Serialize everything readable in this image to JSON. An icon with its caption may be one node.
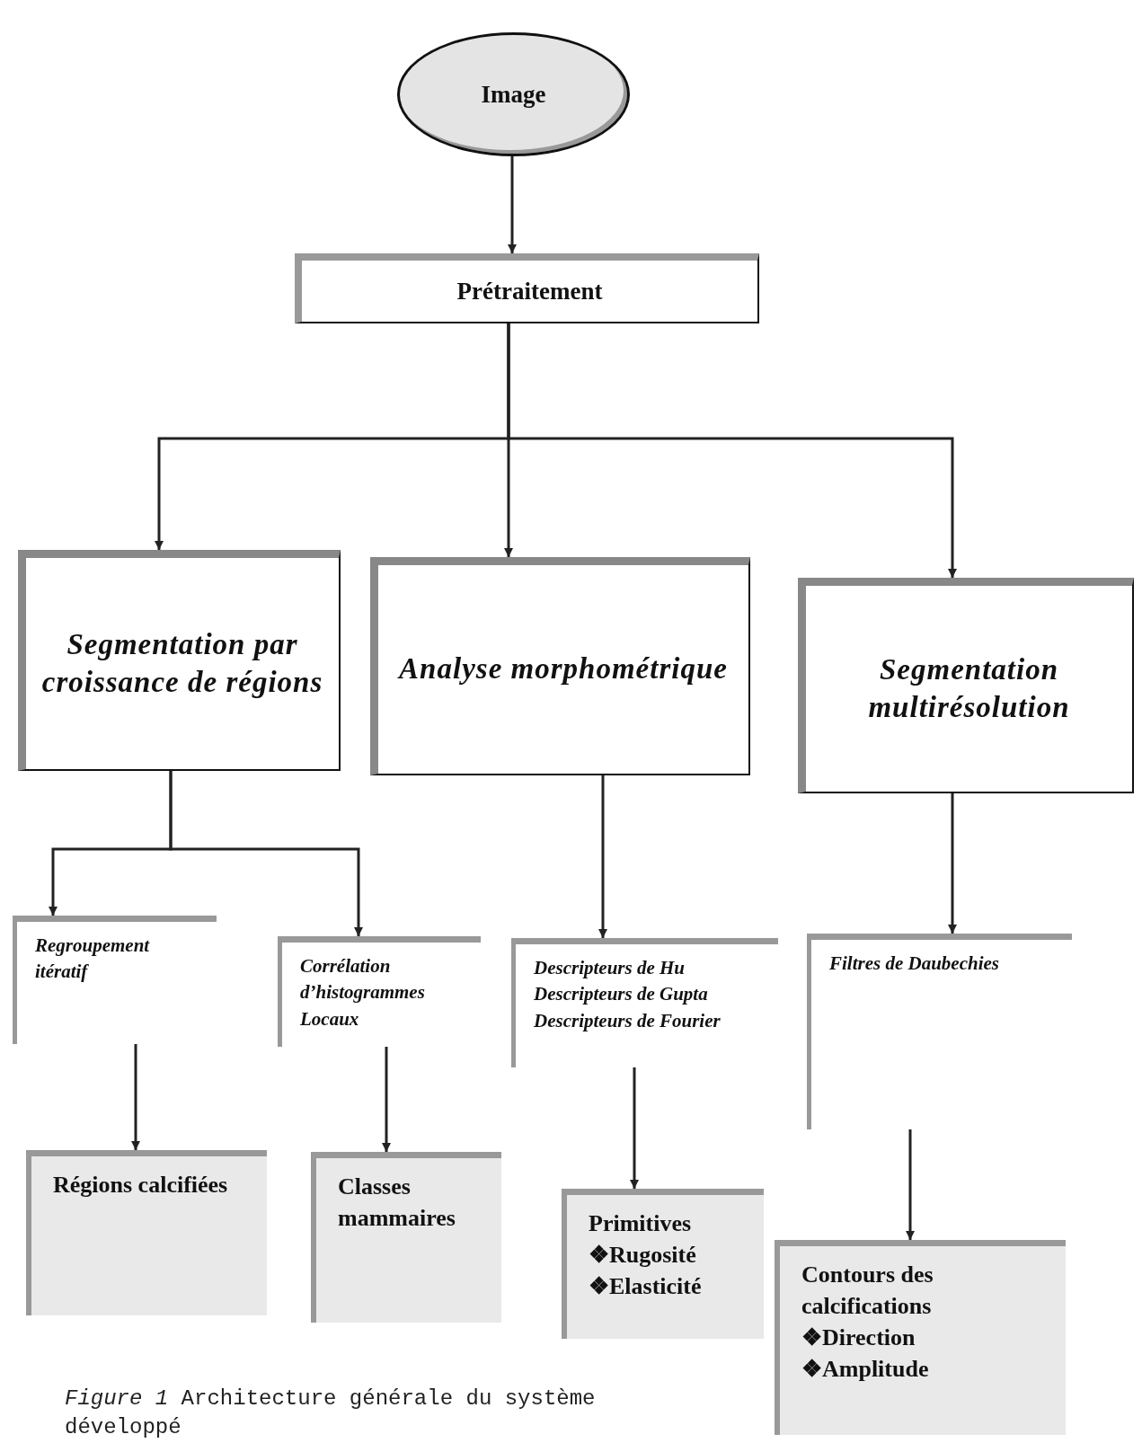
{
  "diagram": {
    "caption": "*Figure 1* Architecture générale du système développé",
    "nodes": [
      {
        "text": [
          "Image"
        ]
      },
      {
        "text": [
          "Prétraitement"
        ]
      },
      {
        "text": [
          "Segmentation par croissance de régions"
        ]
      },
      {
        "text": [
          "Analyse morphométrique"
        ]
      },
      {
        "text": [
          "Segmentation multirésolution"
        ]
      },
      {
        "text": [
          "Regroupement itératif"
        ]
      },
      {
        "text": [
          "Corrélation d’histogrammes Locaux"
        ]
      },
      {
        "text": [
          "Descripteurs de Hu",
          "Descripteurs de Gupta",
          "Descripteurs de Fourier"
        ]
      },
      {
        "text": [
          "Filtres de Daubechies"
        ]
      },
      {
        "text": [
          "Régions calcifiées"
        ]
      },
      {
        "text": [
          "Classes mammaires"
        ]
      },
      {
        "text": [
          "Primitives",
          "❖Rugosité",
          "❖Elasticité"
        ]
      },
      {
        "text": [
          "Contours des calcifications",
          "❖Direction",
          "❖Amplitude"
        ]
      }
    ],
    "edges": [
      {
        "from": 0,
        "to": 1,
        "arrow": "to"
      },
      {
        "from": 1,
        "to": 2,
        "arrow": "to"
      },
      {
        "from": 1,
        "to": 3,
        "arrow": "to"
      },
      {
        "from": 1,
        "to": 4,
        "arrow": "to"
      },
      {
        "from": 2,
        "to": 5,
        "arrow": "to"
      },
      {
        "from": 2,
        "to": 6,
        "arrow": "to"
      },
      {
        "from": 3,
        "to": 7,
        "arrow": "to"
      },
      {
        "from": 4,
        "to": 8,
        "arrow": "to"
      },
      {
        "from": 5,
        "to": 9,
        "arrow": "to"
      },
      {
        "from": 6,
        "to": 10,
        "arrow": "to"
      },
      {
        "from": 7,
        "to": 11,
        "arrow": "to"
      },
      {
        "from": 8,
        "to": 12,
        "arrow": "to"
      }
    ]
  }
}
